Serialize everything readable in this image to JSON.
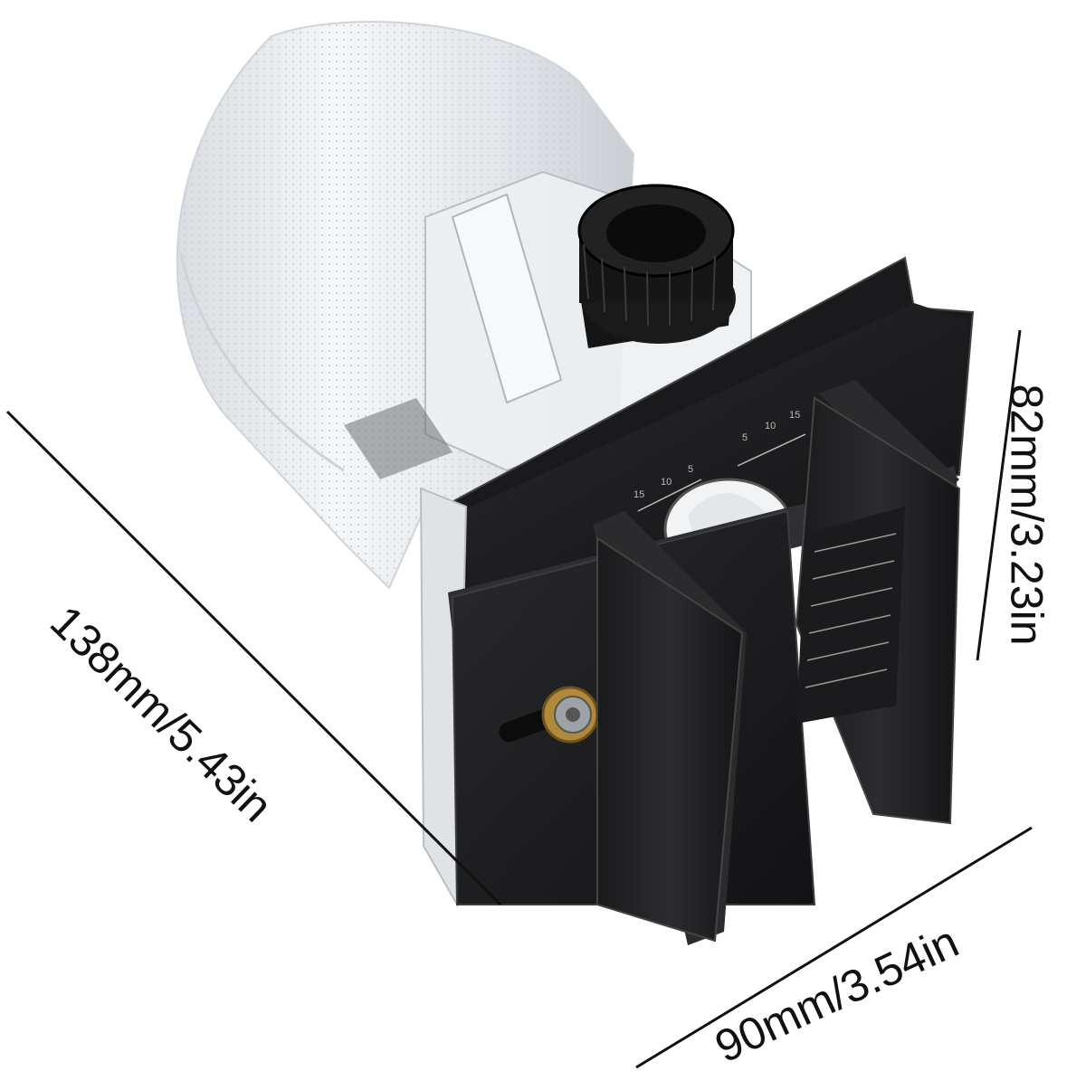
{
  "dimensions": {
    "length_label": "138mm/5.43in",
    "height_label": "82mm/3.23in",
    "width_label": "90mm/3.54in"
  },
  "scale_marks": {
    "top_right": [
      "5",
      "10",
      "15"
    ],
    "top_left": [
      "15",
      "10",
      "5"
    ]
  },
  "colors": {
    "background": "#ffffff",
    "plate": "#1b1b1d",
    "housing": "#e9ecef",
    "knob": "#111111",
    "line": "#111111"
  }
}
